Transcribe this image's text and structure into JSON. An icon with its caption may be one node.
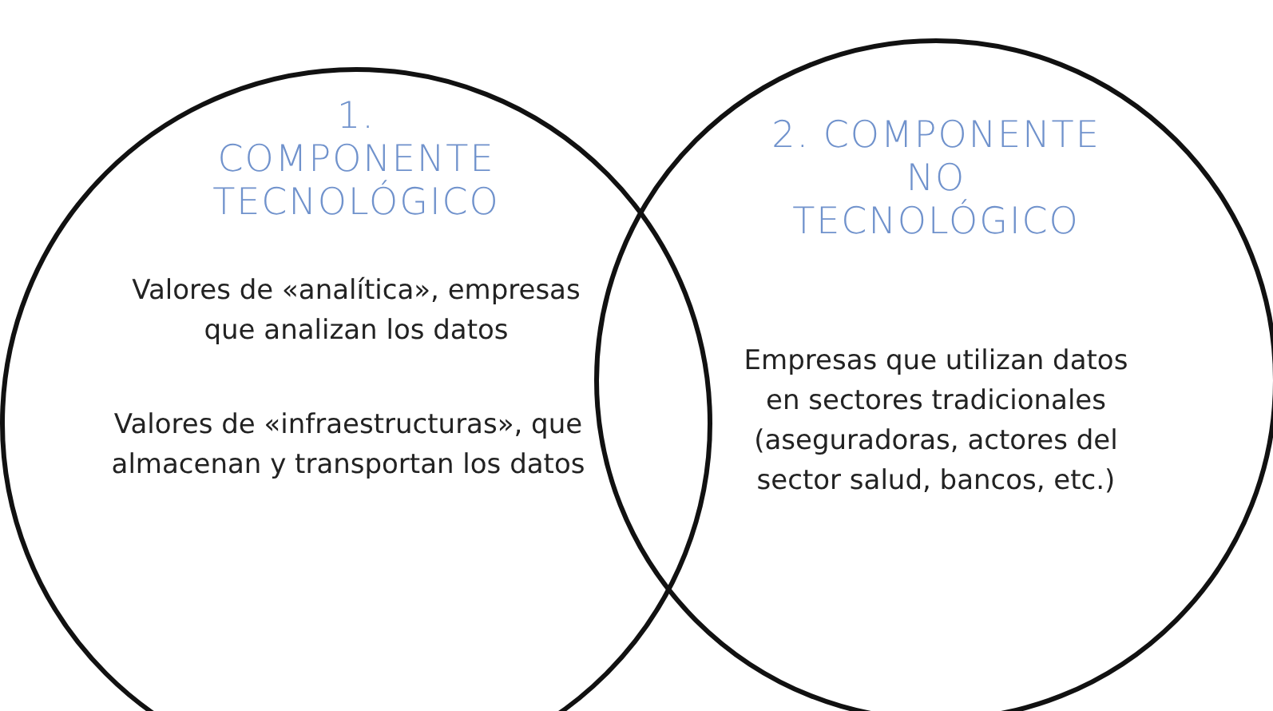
{
  "diagram": {
    "nodes": [
      {
        "text": [
          "1. COMPONENTE TECNOLÓGICO",
          "Valores de «analítica», empresas que analizan los datos",
          "Valores de «infraestructuras», que almacenan y transportan los datos"
        ]
      },
      {
        "text": [
          "2. COMPONENTE NO TECNOLÓGICO",
          "Empresas que utilizan datos en sectores tradicionales (aseguradoras, actores del sector salud, bancos, etc.)"
        ]
      }
    ]
  }
}
